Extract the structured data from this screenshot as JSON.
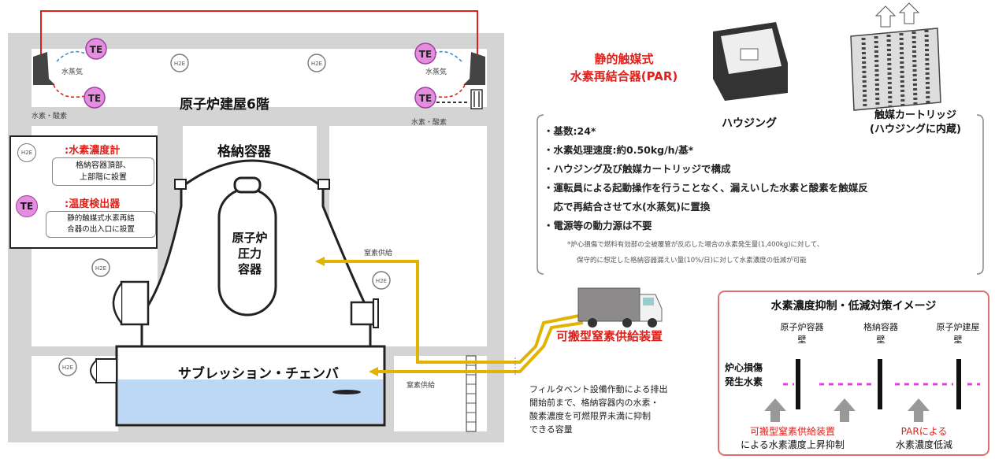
{
  "building": {
    "floor6": "原子炉建屋6階",
    "containment": "格納容器",
    "rpv": [
      "原子炉",
      "圧力",
      "容器"
    ],
    "suppression": "サブレッション・チェンバ",
    "steam_left": "水蒸気",
    "steam_right": "水蒸気",
    "h2o2_left": "水素・酸素",
    "h2o2_right": "水素・酸素",
    "n2_supply_upper": "窒素供給",
    "n2_supply_lower": "窒素供給"
  },
  "sensors": {
    "h2e": "H2E",
    "te": "TE"
  },
  "legend": {
    "h2e_title": ":水素濃度計",
    "h2e_desc": [
      "格納容器頂部、",
      "上部階に設置"
    ],
    "te_title": ":温度検出器",
    "te_desc": [
      "静的触媒式水素再結",
      "合器の出入口に設置"
    ]
  },
  "par": {
    "title": [
      "静的触媒式",
      "水素再結合器(PAR)"
    ],
    "housing_label": "ハウジング",
    "cartridge_label": [
      "触媒カートリッジ",
      "(ハウジングに内蔵)"
    ],
    "bullets": [
      "・基数:24*",
      "・水素処理速度:約0.50kg/h/基*",
      "・ハウジング及び触媒カートリッジで構成",
      "・運転員による起動操作を行うことなく、漏えいした水素と酸素を触媒反",
      "　応で再結合させて水(水蒸気)に置換",
      "・電源等の動力源は不要"
    ],
    "notes": [
      "*炉心損傷で燃料有効部の全被覆管が反応した場合の水素発生量(1,400kg)に対して、",
      "保守的に想定した格納容器漏えい量(10%/日)に対して水素濃度の低減が可能"
    ]
  },
  "truck": {
    "label": "可搬型窒素供給装置"
  },
  "filter_note": [
    "フィルタベント設備作動による排出",
    "開始前まで、格納容器内の水素・",
    "酸素濃度を可燃限界未満に抑制",
    "できる容量"
  ],
  "image_box": {
    "title": "水素濃度抑制・低減対策イメージ",
    "walls": [
      [
        "原子炉容器",
        "壁"
      ],
      [
        "格納容器",
        "壁"
      ],
      [
        "原子炉建屋",
        "壁"
      ]
    ],
    "source": [
      "炉心損傷",
      "発生水素"
    ],
    "bottom_left": [
      "可搬型窒素供給装置",
      "による水素濃度上昇抑制"
    ],
    "bottom_right": [
      "PARによる",
      "水素濃度低減"
    ]
  },
  "colors": {
    "red": "#e0201a",
    "pipe": "#e0b400",
    "te": "#e58ee0",
    "magenta": "#e040e0",
    "wall": "#d4d4d4",
    "water": "#bcd8f4"
  }
}
